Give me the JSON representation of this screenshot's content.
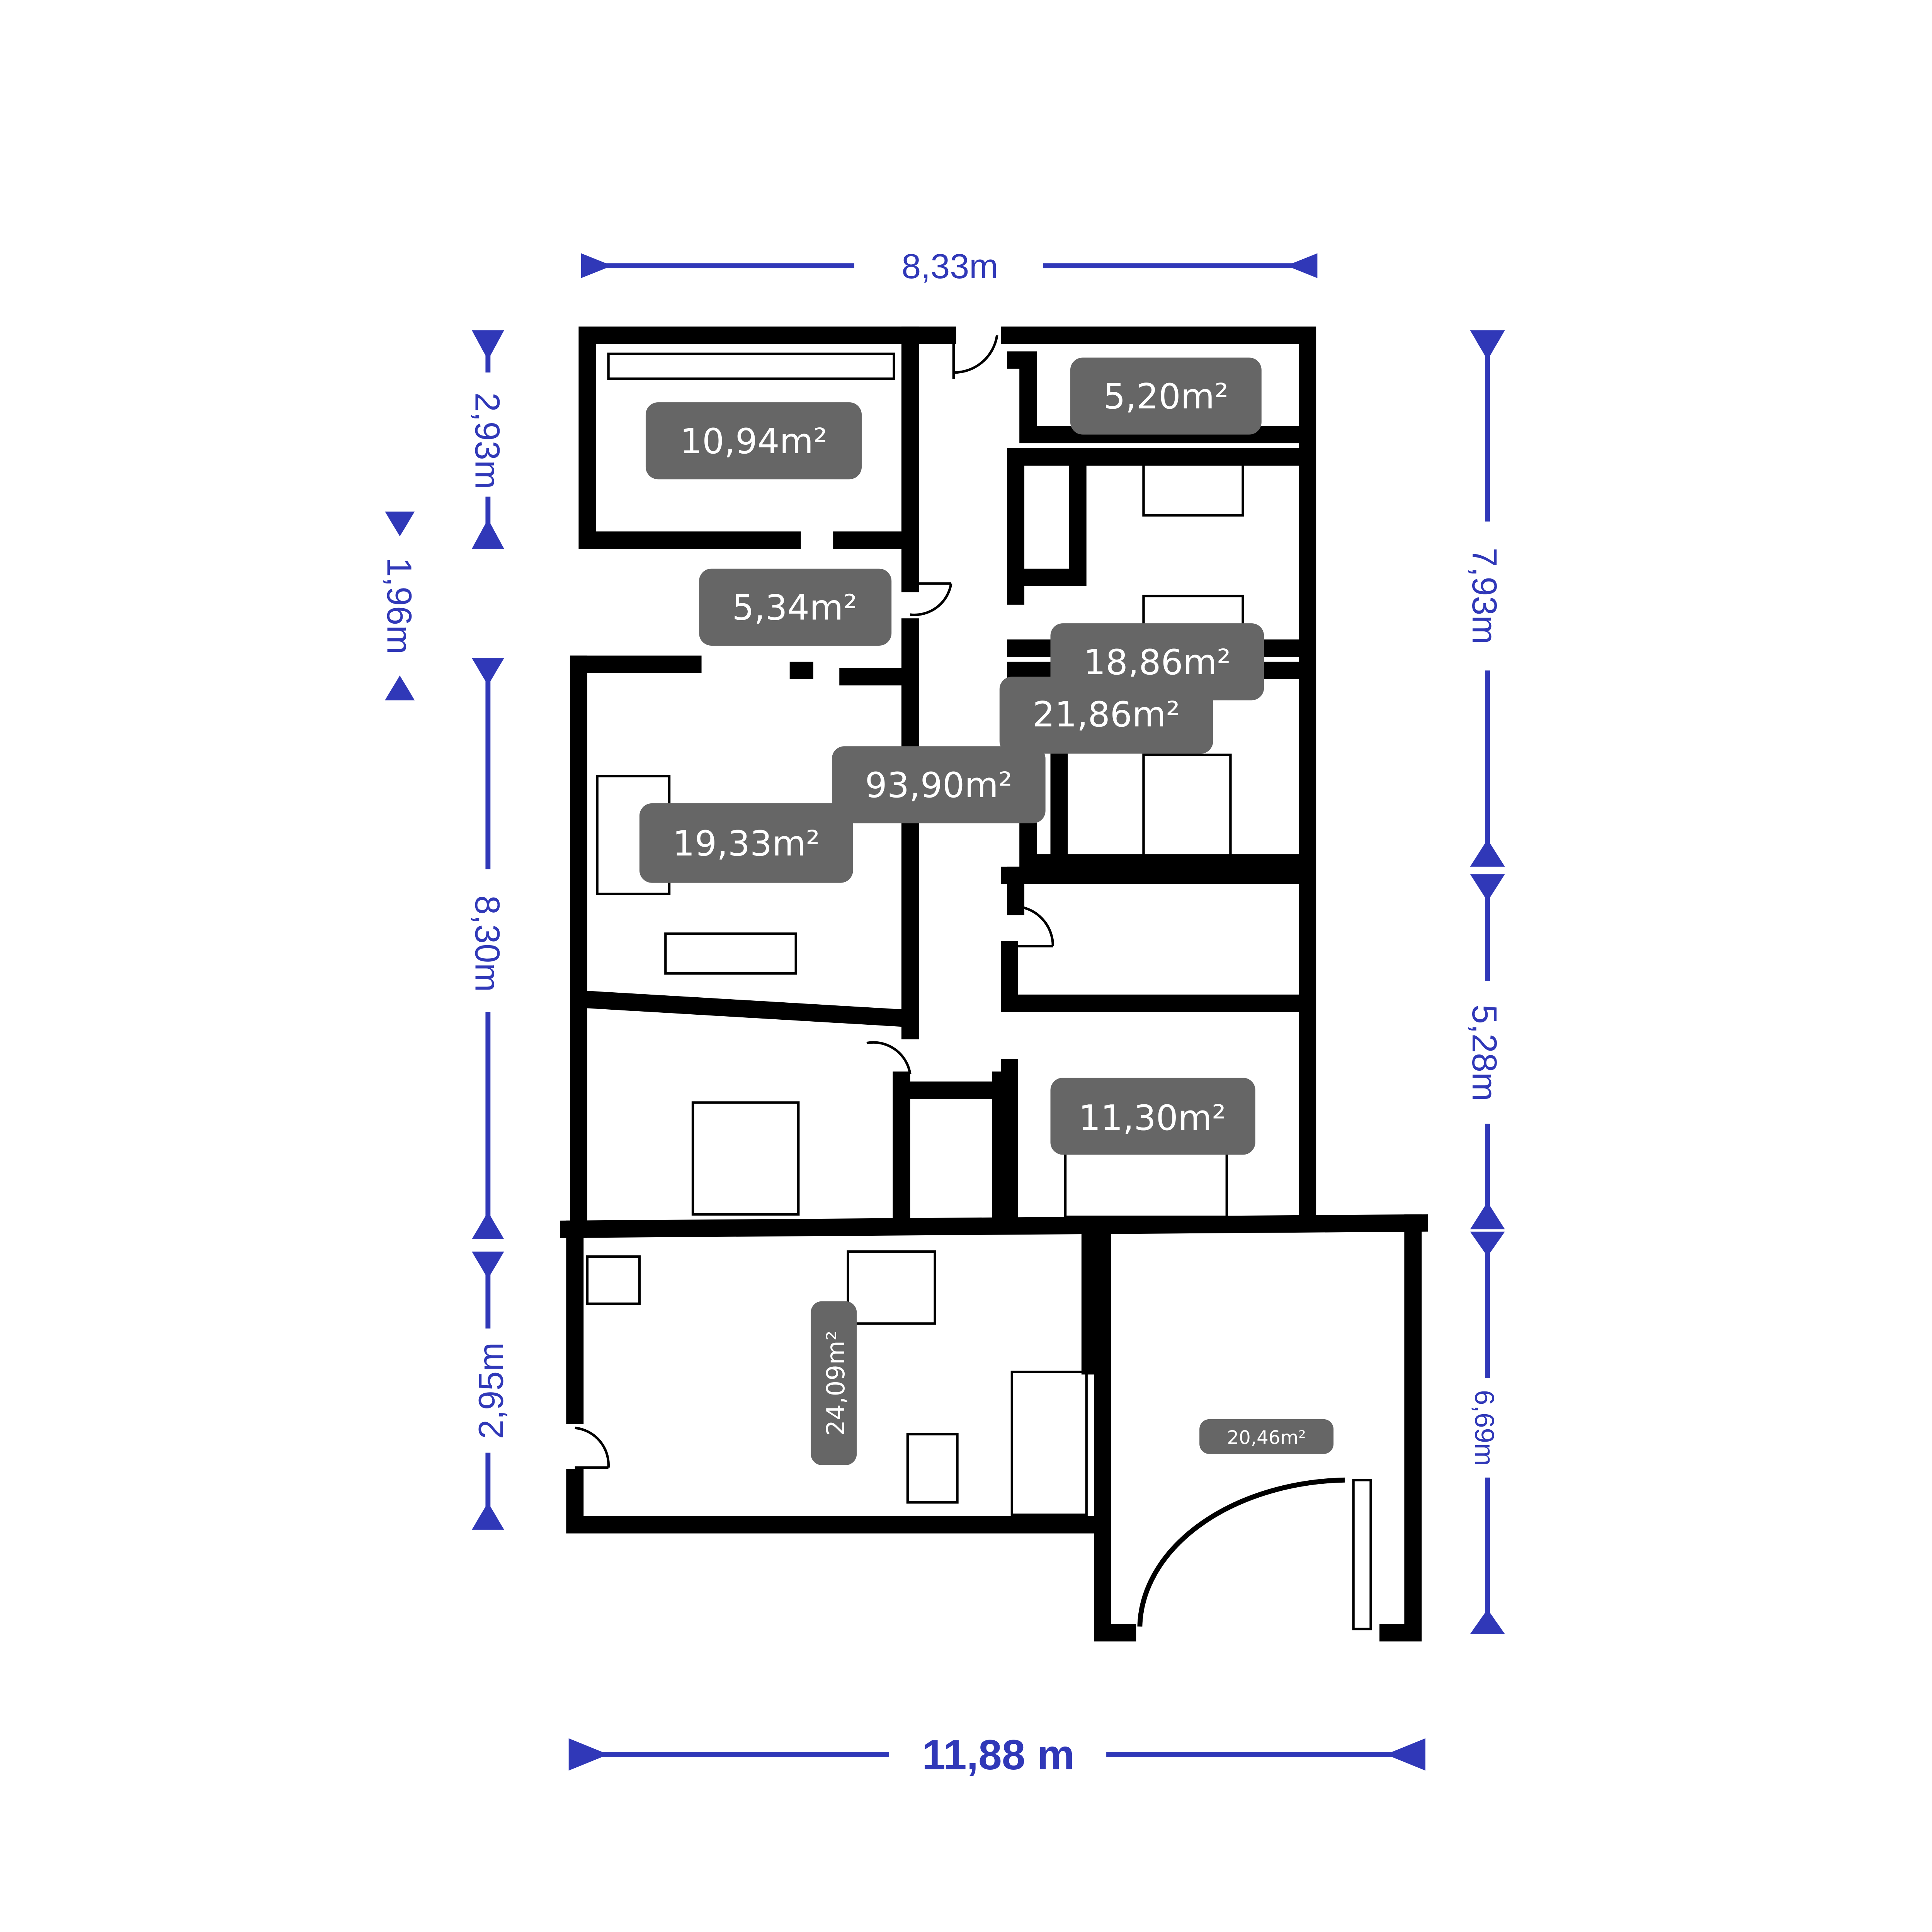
{
  "dimensions": {
    "top_width": "8,33m",
    "bottom_width": "11,88 m",
    "left_1": "2,93m",
    "left_2": "1,96m",
    "left_3": "8,30m",
    "left_4": "2,95m",
    "right_1": "7,93m",
    "right_2": "5,28m",
    "right_3": "6,69m"
  },
  "rooms": {
    "kitchen": "10,94m²",
    "bathroom_top": "5,20m²",
    "hall_small": "5,34m²",
    "bedroom_right_1": "18,86m²",
    "bedroom_right_2": "21,86m²",
    "total": "93,90m²",
    "living_room": "19,33m²",
    "bedroom_right_3": "11,30m²",
    "bottom_room": "24,09m²",
    "garage": "20,46m²"
  },
  "colors": {
    "dimension": "#3038b8",
    "badge": "#666666",
    "wall": "#000000"
  }
}
